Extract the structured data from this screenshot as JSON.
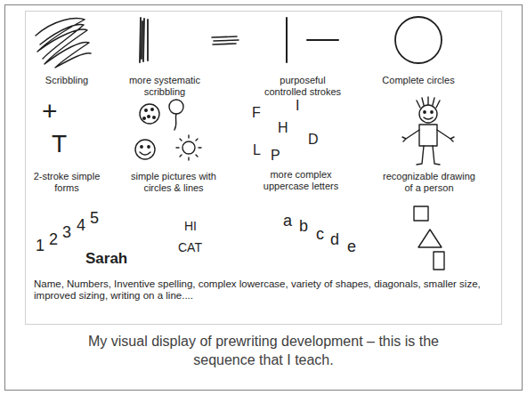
{
  "diagram": {
    "caption": "My visual display of prewriting development – this is the sequence that I teach.",
    "labels": [
      "Scribbling",
      "more systematic scribbling",
      "purposeful controlled strokes",
      "Complete circles",
      "+",
      "T",
      "2-stroke simple forms",
      "simple pictures with circles & lines",
      "F",
      "I",
      "H",
      "D",
      "L",
      "P",
      "more complex uppercase letters",
      "recognizable drawing of a person",
      "1",
      "2",
      "3",
      "4",
      "5",
      "Sarah",
      "HI",
      "CAT",
      "a",
      "b",
      "c",
      "d",
      "e",
      "Name, Numbers, Inventive spelling, complex lowercase, variety of shapes, diagonals, smaller size, improved sizing, writing on a line...."
    ]
  }
}
